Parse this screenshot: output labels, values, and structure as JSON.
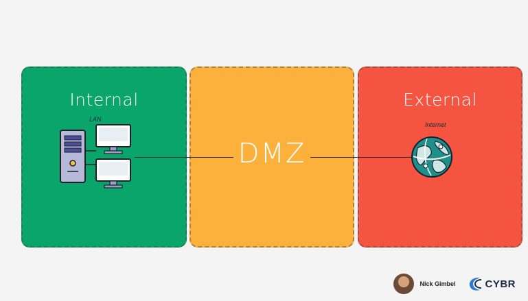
{
  "zones": {
    "internal": {
      "title": "Internal",
      "sublabel": "LAN"
    },
    "dmz": {
      "title": "DMZ"
    },
    "external": {
      "title": "External",
      "sublabel": "Internet"
    }
  },
  "colors": {
    "internal": "#0aa56a",
    "dmz": "#fbb13b",
    "external": "#f45440"
  },
  "icons": {
    "lan": "server-and-computers-icon",
    "internet": "globe-icon",
    "brand": "cybr-logo-icon"
  },
  "footer": {
    "author": "Nick Gimbel",
    "brand": "CYBR"
  }
}
